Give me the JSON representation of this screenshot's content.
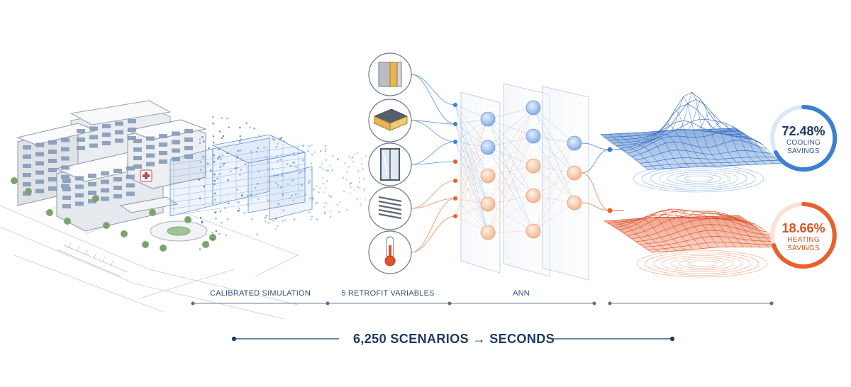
{
  "stages": [
    {
      "label": "CALIBRATED SIMULATION"
    },
    {
      "label": "5 RETROFIT VARIABLES"
    },
    {
      "label": "ANN"
    }
  ],
  "headline": "6,250 SCENARIOS → SECONDS",
  "results": {
    "cooling": {
      "value": "72.48%",
      "line1": "COOLING",
      "line2": "SAVINGS",
      "color": "#3d7fd0"
    },
    "heating": {
      "value": "18.66%",
      "line1": "HEATING",
      "line2": "SAVINGS",
      "color": "#e8602c"
    }
  },
  "icons": [
    "wall-insulation-icon",
    "roof-insulation-icon",
    "window-glazing-icon",
    "shading-louver-icon",
    "thermostat-icon"
  ],
  "colors": {
    "blue": "#3d7fd0",
    "orange": "#e8602c",
    "navy": "#1d3a63"
  }
}
